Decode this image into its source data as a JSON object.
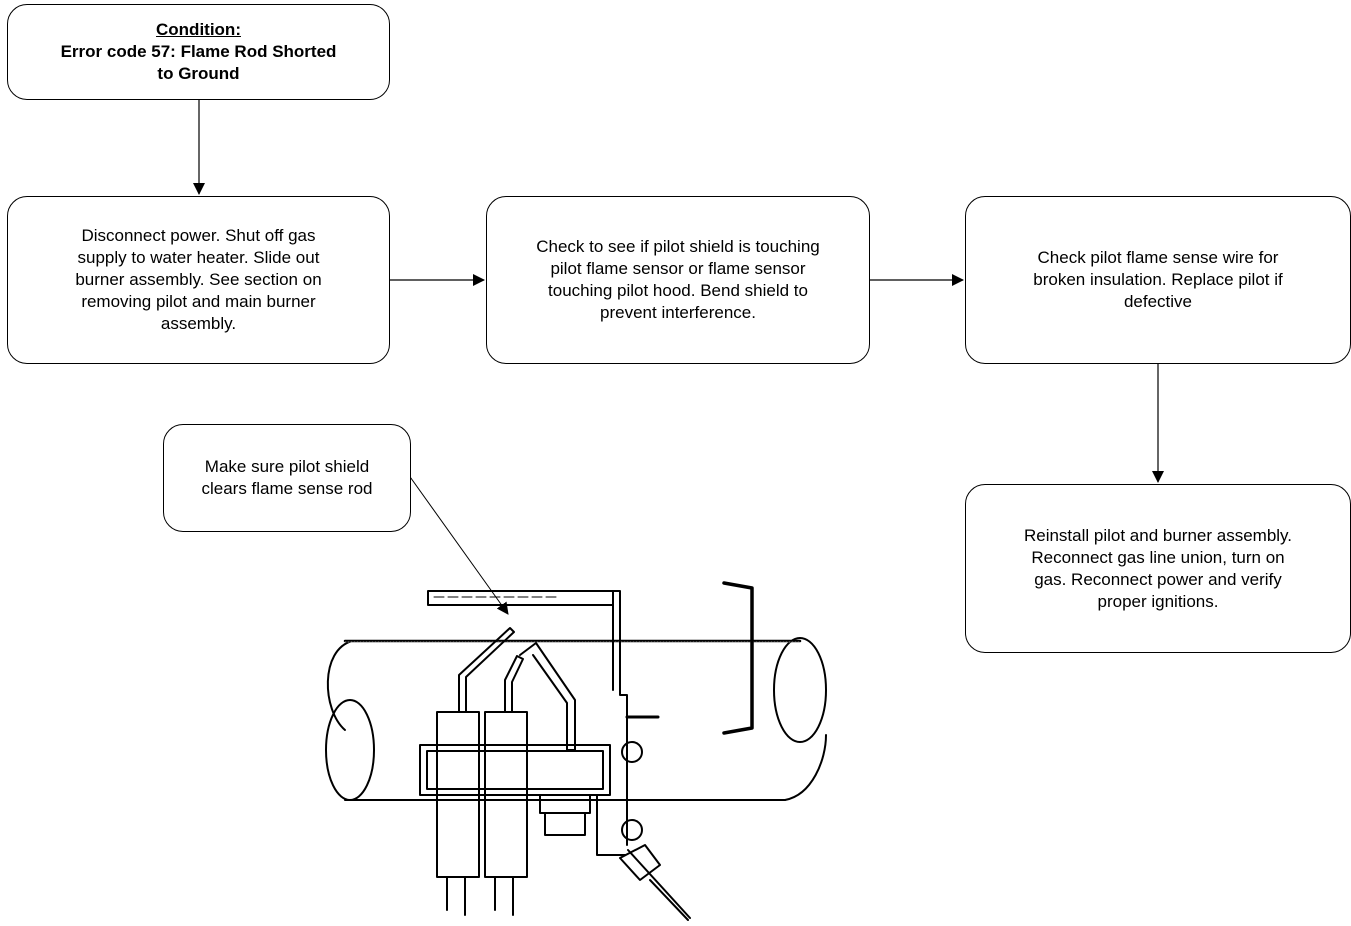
{
  "condition": {
    "heading": "Condition:",
    "text": "Error code 57: Flame Rod Shorted\nto Ground"
  },
  "steps": [
    {
      "text": "Disconnect power.  Shut off gas\nsupply to water heater.  Slide out\nburner assembly.  See section on\nremoving pilot and main burner\nassembly."
    },
    {
      "text": "Check to see if pilot shield is touching\npilot flame sensor or flame sensor\ntouching pilot hood.  Bend shield to\nprevent interference."
    },
    {
      "text": "Check pilot flame sense wire for\nbroken insulation.  Replace pilot if\ndefective"
    },
    {
      "text": "Reinstall pilot and burner assembly.\nReconnect gas line union, turn on\ngas.  Reconnect power and verify\nproper ignitions."
    }
  ],
  "callout": {
    "text": "Make sure pilot shield\nclears flame sense rod"
  },
  "illustration": {
    "subject": "pilot-assembly-drawing"
  }
}
